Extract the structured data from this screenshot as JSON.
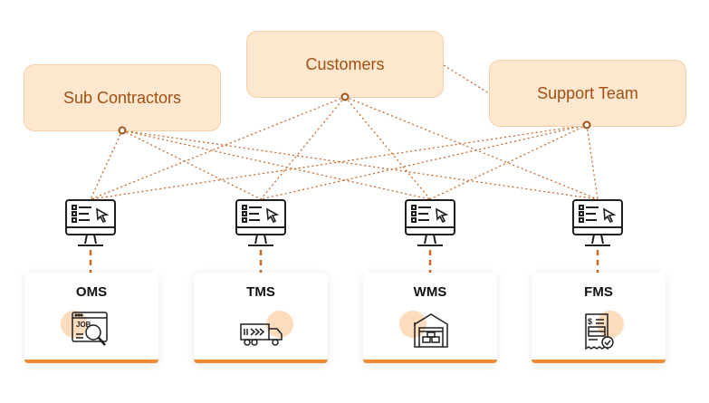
{
  "stakeholders": {
    "sub_contractors": "Sub Contractors",
    "customers": "Customers",
    "support_team": "Support Team"
  },
  "systems": [
    {
      "label": "OMS",
      "icon": "job-search-icon"
    },
    {
      "label": "TMS",
      "icon": "delivery-truck-icon"
    },
    {
      "label": "WMS",
      "icon": "warehouse-icon"
    },
    {
      "label": "FMS",
      "icon": "invoice-icon"
    }
  ],
  "colors": {
    "accent": "#f08a32",
    "box_fill": "#fde7cf",
    "box_text": "#a14f12",
    "connector": "#c8692a",
    "ink": "#1f1f1f"
  }
}
